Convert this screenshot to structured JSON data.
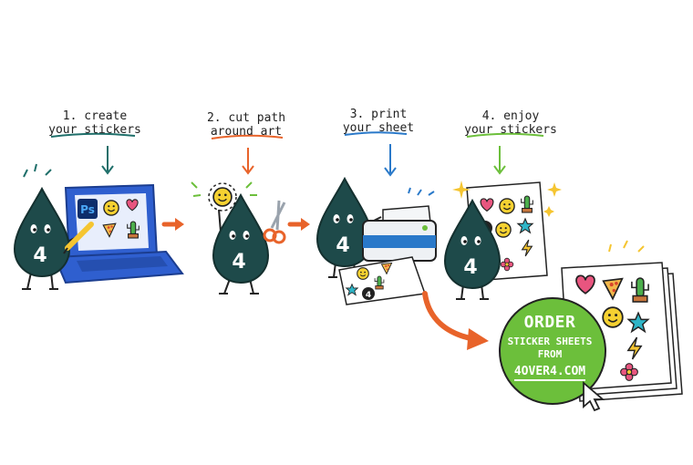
{
  "steps": [
    {
      "line1": "1. create",
      "line2": "your stickers",
      "underline_color": "#1f6f6a"
    },
    {
      "line1": "2. cut path",
      "line2": "around art",
      "underline_color": "#e8632a"
    },
    {
      "line1": "3. print",
      "line2": "your sheet",
      "underline_color": "#2a79c9"
    },
    {
      "line1": "4. enjoy",
      "line2": "your stickers",
      "underline_color": "#6cbf3b"
    }
  ],
  "mascot_number": "4",
  "app_icon_label": "Ps",
  "cta": {
    "title": "ORDER",
    "line1": "STICKER SHEETS",
    "line2": "FROM",
    "url": "4OVER4.COM",
    "color": "#6cbf3b"
  },
  "colors": {
    "mascot": "#1e4a4a",
    "arrow": "#e8632a",
    "laptop": "#2f5fcf",
    "ink": "#222222"
  },
  "icons": [
    "pen-icon",
    "heart-sticker-icon",
    "smiley-sticker-icon",
    "cactus-sticker-icon",
    "pizza-sticker-icon",
    "star-sticker-icon",
    "lightning-sticker-icon",
    "flower-sticker-icon",
    "sparkle-icon",
    "cursor-icon"
  ]
}
